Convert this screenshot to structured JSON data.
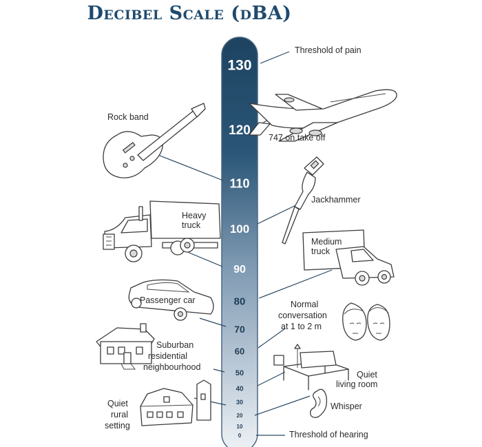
{
  "title": "Decibel Scale (dBA)",
  "scale": {
    "ticks": [
      "130",
      "120",
      "110",
      "100",
      "90",
      "80",
      "70",
      "60",
      "50",
      "40",
      "30",
      "20",
      "10",
      "0"
    ],
    "colors": {
      "top": "#1d4361",
      "bottom": "#eef2f6",
      "outline": "#4a6781"
    }
  },
  "labels": {
    "threshold_pain": "Threshold of pain",
    "jet": "747 on take off",
    "rock_band": "Rock band",
    "jackhammer": "Jackhammer",
    "heavy_truck": [
      "Heavy",
      "truck"
    ],
    "medium_truck": [
      "Medium",
      "truck"
    ],
    "passenger_car": "Passenger car",
    "conversation": [
      "Normal",
      "conversation",
      "at 1 to 2 m"
    ],
    "suburban": [
      "Suburban",
      "residential",
      "neighbourhood"
    ],
    "living_room": [
      "Quiet",
      "living room"
    ],
    "whisper": "Whisper",
    "rural": [
      "Quiet",
      "rural",
      "setting"
    ],
    "threshold_hearing": "Threshold of hearing"
  }
}
